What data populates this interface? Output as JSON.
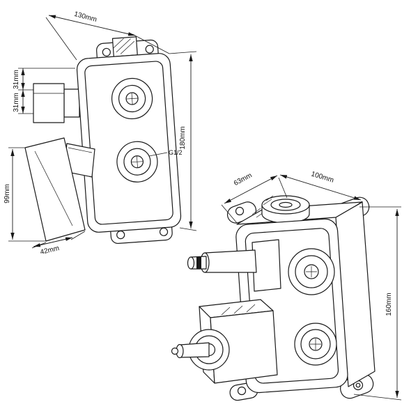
{
  "style": {
    "background": "#ffffff",
    "line_color": "#1a1a1a"
  },
  "front_view": {
    "dims": {
      "top_width": "130mm",
      "step_upper": "31mm",
      "step_lower": "31mm",
      "handle_length": "99mm",
      "handle_width": "42mm",
      "height": "180mm",
      "thread": "G1/2"
    }
  },
  "iso_view": {
    "dims": {
      "depth": "63mm",
      "width": "100mm",
      "height": "160mm"
    }
  }
}
